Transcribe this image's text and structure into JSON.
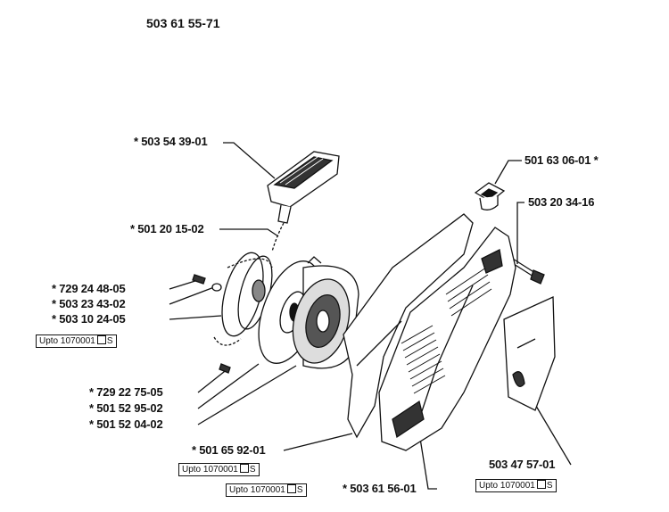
{
  "title": "503 61 55-71",
  "parts": {
    "handle": "* 503 54 39-01",
    "rope": "* 501 20 15-02",
    "screw_a": "* 729 24 48-05",
    "washer": "* 503 23 43-02",
    "pulley": "* 503 10 24-05",
    "screw_b": "* 729 22 75-05",
    "spring": "* 501 52 95-02",
    "spring_cassette": "* 501 52 04-02",
    "cover_inner": "* 501 65 92-01",
    "starter_cover": "* 503 61 56-01",
    "grommet": "501 63 06-01 *",
    "bolt": "503 20 34-16",
    "decal": "503 47 57-01"
  },
  "notes": {
    "box1": "Upto 1070001",
    "box2": "Upto 1070001",
    "box3": "Upto 1070001",
    "box4": "Upto 1070001",
    "suffix": "S"
  }
}
